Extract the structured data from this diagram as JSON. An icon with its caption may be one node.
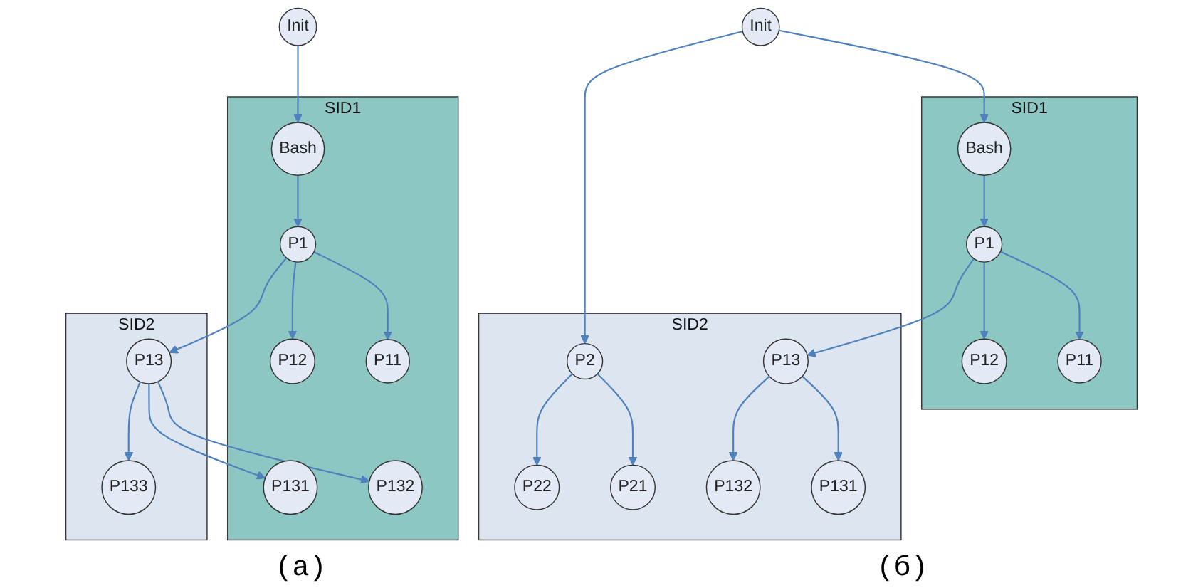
{
  "diagram": {
    "nodes": [
      {
        "text": [
          "Init"
        ]
      },
      {
        "text": [
          "SID1"
        ]
      },
      {
        "text": [
          "Bash"
        ],
        "in": 1
      },
      {
        "text": [
          "P1"
        ],
        "in": 1
      },
      {
        "text": [
          "P11"
        ],
        "in": 1
      },
      {
        "text": [
          "P12"
        ],
        "in": 1
      },
      {
        "text": [
          "SID2"
        ]
      },
      {
        "text": [
          "P2"
        ],
        "in": 6
      },
      {
        "text": [
          "P21"
        ],
        "in": 6
      },
      {
        "text": [
          "P22"
        ],
        "in": 6
      },
      {
        "text": [
          "P13"
        ],
        "in": 6
      },
      {
        "text": [
          "P131"
        ],
        "in": 6
      },
      {
        "text": [
          "P132"
        ],
        "in": 6
      },
      {
        "text": [
          "Init"
        ]
      },
      {
        "text": [
          "SID1"
        ]
      },
      {
        "text": [
          "Bash"
        ],
        "in": 14
      },
      {
        "text": [
          "P1"
        ],
        "in": 14
      },
      {
        "text": [
          "P11"
        ],
        "in": 14
      },
      {
        "text": [
          "P12"
        ],
        "in": 14
      },
      {
        "text": [
          "P132"
        ],
        "in": 14
      },
      {
        "text": [
          "P131"
        ],
        "in": 14
      },
      {
        "text": [
          "SID2"
        ]
      },
      {
        "text": [
          "P13"
        ],
        "in": 21
      },
      {
        "text": [
          "P133"
        ],
        "in": 21
      }
    ],
    "edges": [
      {
        "from": 0,
        "to": 2,
        "arrow": "to"
      },
      {
        "from": 0,
        "to": 7,
        "arrow": "to"
      },
      {
        "from": 2,
        "to": 3,
        "arrow": "to"
      },
      {
        "from": 3,
        "to": 4,
        "arrow": "to"
      },
      {
        "from": 3,
        "to": 5,
        "arrow": "to"
      },
      {
        "from": 3,
        "to": 10,
        "arrow": "to"
      },
      {
        "from": 7,
        "to": 8,
        "arrow": "to"
      },
      {
        "from": 7,
        "to": 9,
        "arrow": "to"
      },
      {
        "from": 10,
        "to": 11,
        "arrow": "to"
      },
      {
        "from": 10,
        "to": 12,
        "arrow": "to"
      },
      {
        "from": 13,
        "to": 15,
        "arrow": "to"
      },
      {
        "from": 15,
        "to": 16,
        "arrow": "to"
      },
      {
        "from": 16,
        "to": 17,
        "arrow": "to"
      },
      {
        "from": 16,
        "to": 18,
        "arrow": "to"
      },
      {
        "from": 16,
        "to": 22,
        "arrow": "to"
      },
      {
        "from": 22,
        "to": 19,
        "arrow": "to"
      },
      {
        "from": 22,
        "to": 20,
        "arrow": "to"
      },
      {
        "from": 22,
        "to": 23,
        "arrow": "to"
      }
    ],
    "labels": [
      "(a)",
      "(б)"
    ]
  }
}
